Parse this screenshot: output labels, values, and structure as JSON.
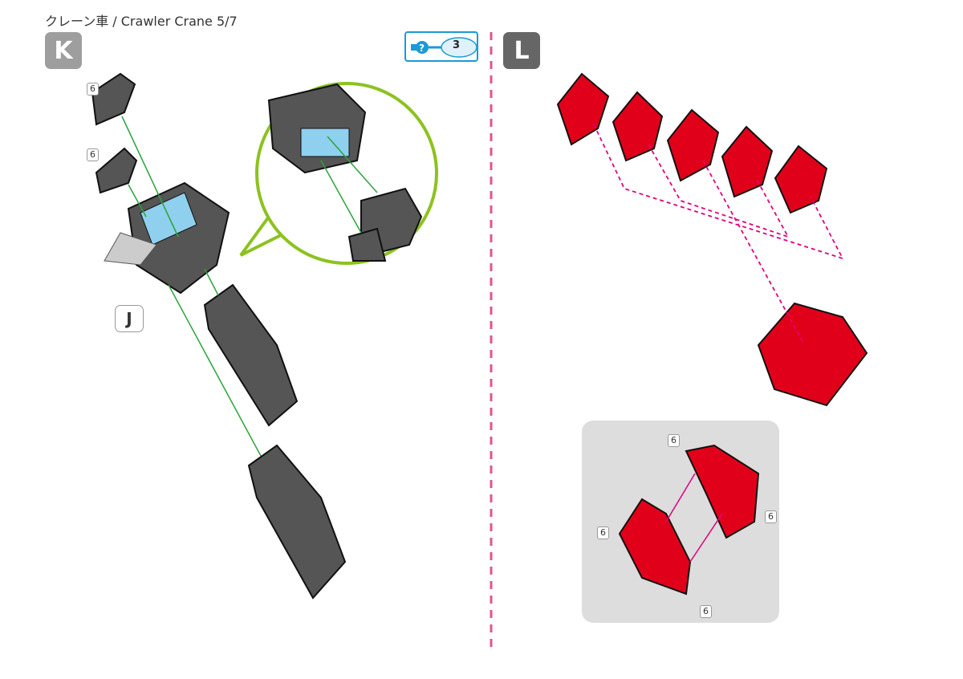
{
  "header": {
    "title": "クレーン車 / Crawler Crane  5/7"
  },
  "steps": {
    "k": "K",
    "l": "L"
  },
  "hint": {
    "number": "3",
    "icon": "question-piece-icon"
  },
  "callout": {
    "j": "J"
  },
  "piece_tags": [
    "6",
    "6",
    "6",
    "6",
    "6",
    "6"
  ],
  "colors": {
    "step_k": "#9e9e9e",
    "step_l": "#666666",
    "divider": "#e0558f",
    "red_piece": "#e1001a",
    "gray_piece": "#555555",
    "blue_piece": "#8fd0ee",
    "green_arrow": "#2aa43a",
    "magenta_arrow": "#e0007f",
    "zoom_circle": "#8cc21f"
  }
}
